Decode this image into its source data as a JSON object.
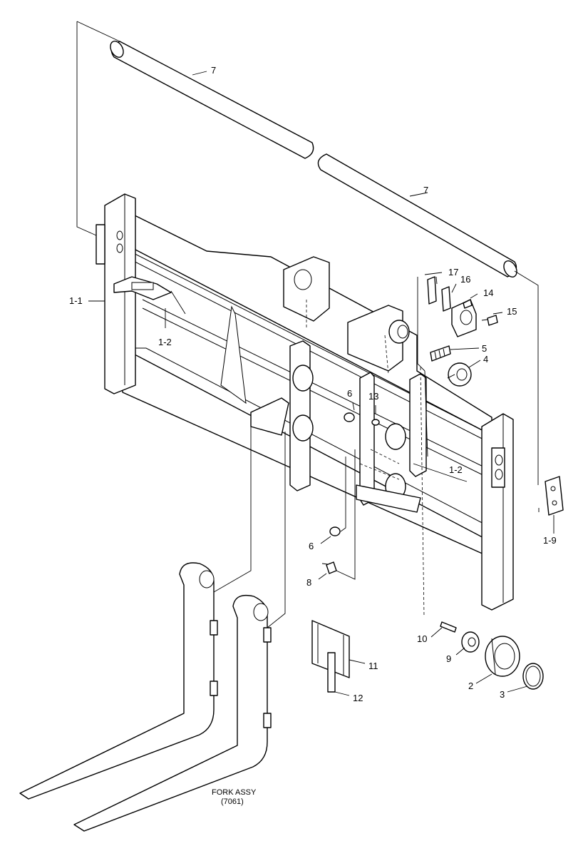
{
  "callouts": {
    "c7a": "7",
    "c7b": "7",
    "c17": "17",
    "c16": "16",
    "c14": "14",
    "c15": "15",
    "c5": "5",
    "c4": "4",
    "c1_1": "1-1",
    "c1_2a": "1-2",
    "c1_2b": "1-2",
    "c6a": "6",
    "c13": "13",
    "c6b": "6",
    "c8": "8",
    "c1_9": "1-9",
    "c10": "10",
    "c9": "9",
    "c11": "11",
    "c12": "12",
    "c2": "2",
    "c3": "3"
  },
  "caption": {
    "title": "FORK ASSY",
    "code": "(7061)"
  },
  "colors": {
    "line": "#000000",
    "background": "#ffffff"
  }
}
